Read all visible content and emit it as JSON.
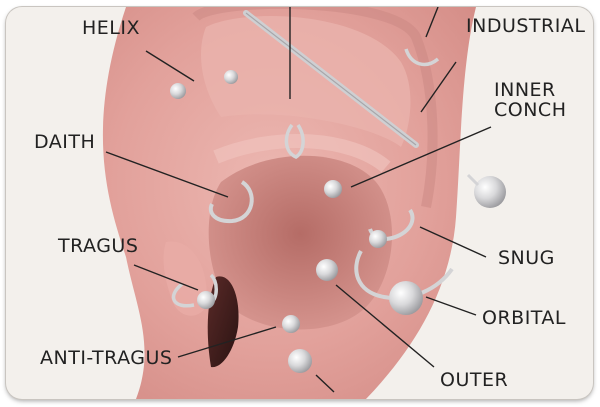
{
  "labels": {
    "helix": "HELIX",
    "industrial": "INDUSTRIAL",
    "inner_conch_line1": "INNER",
    "inner_conch_line2": "CONCH",
    "daith": "DAITH",
    "tragus": "TRAGUS",
    "snug": "SNUG",
    "orbital": "ORBITAL",
    "anti_tragus": "ANTI-TRAGUS",
    "outer": "OUTER"
  },
  "colors": {
    "background": "#f3f0ec",
    "skin": "#e6a7a2",
    "skin_dark": "#c98079",
    "jewelry": "#d4d4d6",
    "ink": "#222222"
  }
}
